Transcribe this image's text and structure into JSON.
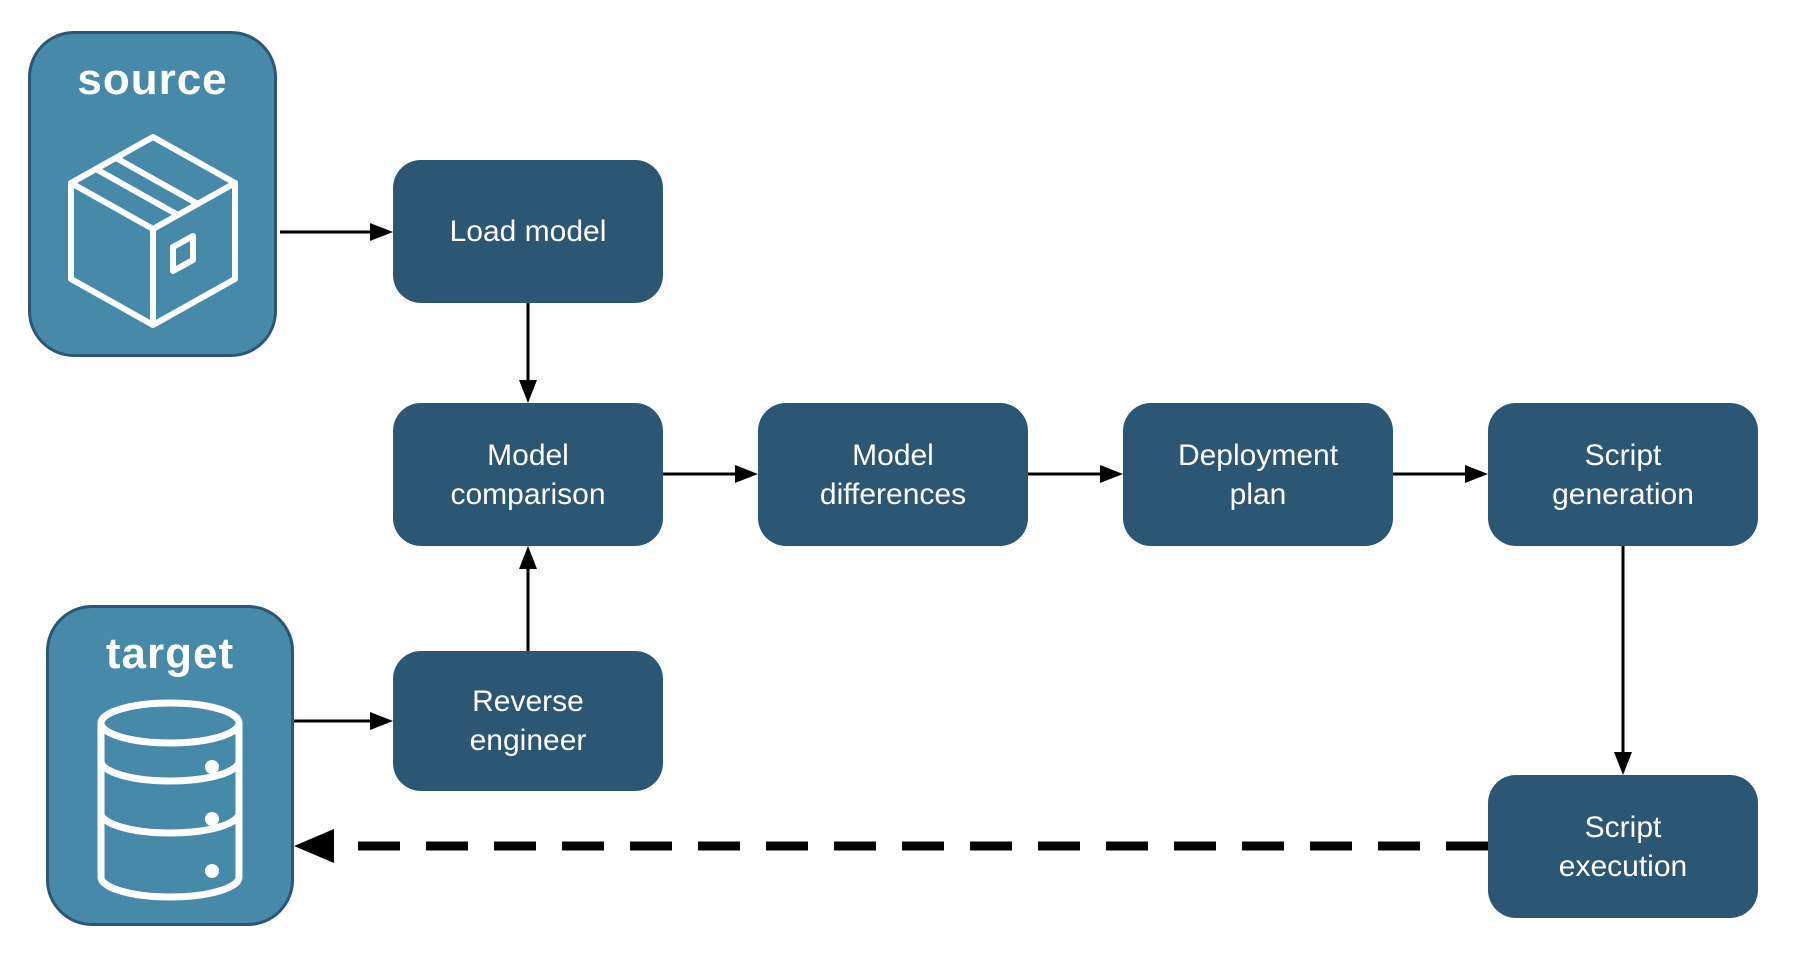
{
  "colors": {
    "entity_fill": "#4789A8",
    "entity_border": "#2B5674",
    "process_fill": "#2B5674",
    "text_light": "#FFFFFF",
    "arrow": "#000000",
    "background": "#FFFFFF"
  },
  "entities": {
    "source": {
      "label": "source",
      "icon": "package-icon"
    },
    "target": {
      "label": "target",
      "icon": "database-icon"
    }
  },
  "nodes": {
    "load_model": {
      "lines": [
        "Load model"
      ]
    },
    "model_comparison": {
      "lines": [
        "Model",
        "comparison"
      ]
    },
    "model_differences": {
      "lines": [
        "Model",
        "differences"
      ]
    },
    "deployment_plan": {
      "lines": [
        "Deployment",
        "plan"
      ]
    },
    "script_generation": {
      "lines": [
        "Script",
        "generation"
      ]
    },
    "reverse_engineer": {
      "lines": [
        "Reverse",
        "engineer"
      ]
    },
    "script_execution": {
      "lines": [
        "Script",
        "execution"
      ]
    }
  },
  "edges": [
    {
      "from": "source",
      "to": "load_model",
      "style": "solid"
    },
    {
      "from": "load_model",
      "to": "model_comparison",
      "style": "solid"
    },
    {
      "from": "model_comparison",
      "to": "model_differences",
      "style": "solid"
    },
    {
      "from": "model_differences",
      "to": "deployment_plan",
      "style": "solid"
    },
    {
      "from": "deployment_plan",
      "to": "script_generation",
      "style": "solid"
    },
    {
      "from": "script_generation",
      "to": "script_execution",
      "style": "solid"
    },
    {
      "from": "target",
      "to": "reverse_engineer",
      "style": "solid"
    },
    {
      "from": "reverse_engineer",
      "to": "model_comparison",
      "style": "solid"
    },
    {
      "from": "script_execution",
      "to": "target",
      "style": "dashed"
    }
  ]
}
